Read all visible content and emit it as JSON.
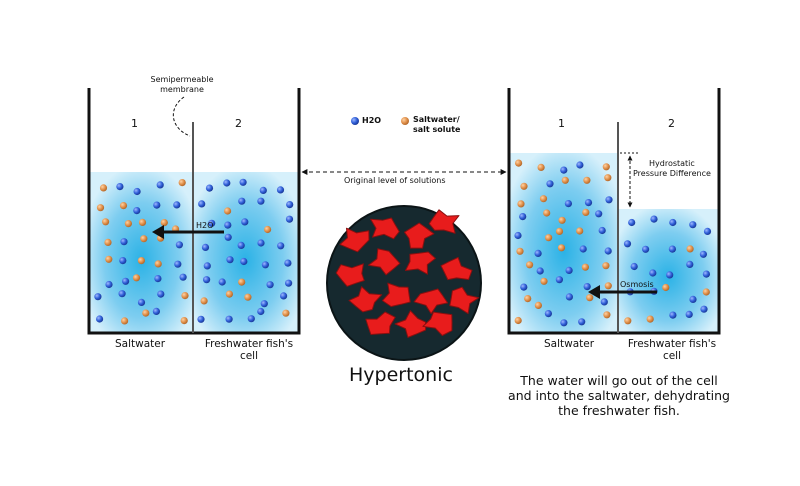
{
  "membrane_label": [
    "Semipermeable",
    "membrane"
  ],
  "left_beaker": {
    "side1_number": "1",
    "side2_number": "2",
    "arrow_label": "H2O",
    "left_caption": "Saltwater",
    "right_caption": [
      "Freshwater fish's",
      "cell"
    ]
  },
  "legend": {
    "water": "H2O",
    "solute": [
      "Saltwater/",
      "salt solute"
    ]
  },
  "original_level_label": "Original level of solutions",
  "center_title": "Hypertonic",
  "right_beaker": {
    "side1_number": "1",
    "side2_number": "2",
    "pressure_label": [
      "Hydrostatic",
      "Pressure Difference"
    ],
    "arrow_label": "Osmosis",
    "left_caption": "Saltwater",
    "right_caption": [
      "Freshwater fish's",
      "cell"
    ]
  },
  "description": [
    "The water will go out of the cell",
    "and into the saltwater, dehydrating",
    "the freshwater fish."
  ],
  "colors": {
    "water_dot": "#2f5fd8",
    "solute_dot": "#e0904a",
    "water_fill": "#8fd0ef",
    "cell_red": "#e81c1c",
    "circle_bg": "#16292f"
  }
}
